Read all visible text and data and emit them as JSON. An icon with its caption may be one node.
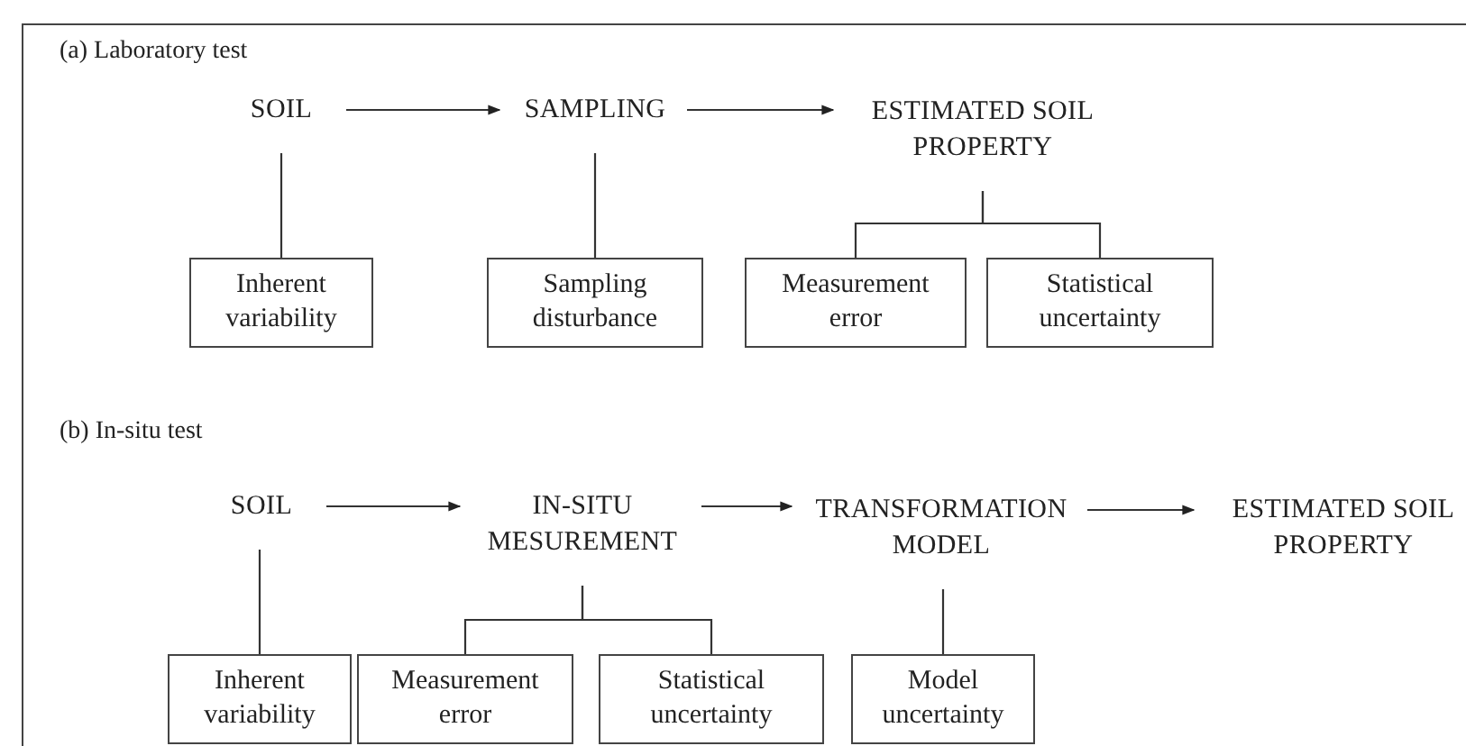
{
  "diagram": {
    "nodes": [
      {
        "text": [
          "SOIL"
        ]
      },
      {
        "text": [
          "SAMPLING"
        ]
      },
      {
        "text": [
          "ESTIMATED SOIL PROPERTY"
        ]
      },
      {
        "text": [
          "Inherent variability"
        ]
      },
      {
        "text": [
          "Sampling disturbance"
        ]
      },
      {
        "text": [
          "Measurement error"
        ]
      },
      {
        "text": [
          "Statistical uncertainty"
        ]
      },
      {
        "text": [
          "SOIL"
        ]
      },
      {
        "text": [
          "IN-SITU MESUREMENT"
        ]
      },
      {
        "text": [
          "TRANSFORMATION MODEL"
        ]
      },
      {
        "text": [
          "ESTIMATED SOIL PROPERTY"
        ]
      },
      {
        "text": [
          "Inherent variability"
        ]
      },
      {
        "text": [
          "Measurement error"
        ]
      },
      {
        "text": [
          "Statistical uncertainty"
        ]
      },
      {
        "text": [
          "Model uncertainty"
        ]
      }
    ],
    "edges": [
      {
        "from": 0,
        "to": 1,
        "arrow": "to"
      },
      {
        "from": 1,
        "to": 2,
        "arrow": "to"
      },
      {
        "from": 0,
        "to": 3,
        "arrow": "none"
      },
      {
        "from": 1,
        "to": 4,
        "arrow": "none"
      },
      {
        "from": 2,
        "to": 5,
        "arrow": "none"
      },
      {
        "from": 2,
        "to": 6,
        "arrow": "none"
      },
      {
        "from": 7,
        "to": 8,
        "arrow": "to"
      },
      {
        "from": 8,
        "to": 9,
        "arrow": "to"
      },
      {
        "from": 9,
        "to": 10,
        "arrow": "to"
      },
      {
        "from": 7,
        "to": 11,
        "arrow": "none"
      },
      {
        "from": 8,
        "to": 12,
        "arrow": "none"
      },
      {
        "from": 8,
        "to": 13,
        "arrow": "none"
      },
      {
        "from": 9,
        "to": 14,
        "arrow": "none"
      }
    ],
    "labels": [
      "(a) Laboratory test",
      "(b) In-situ test"
    ]
  }
}
